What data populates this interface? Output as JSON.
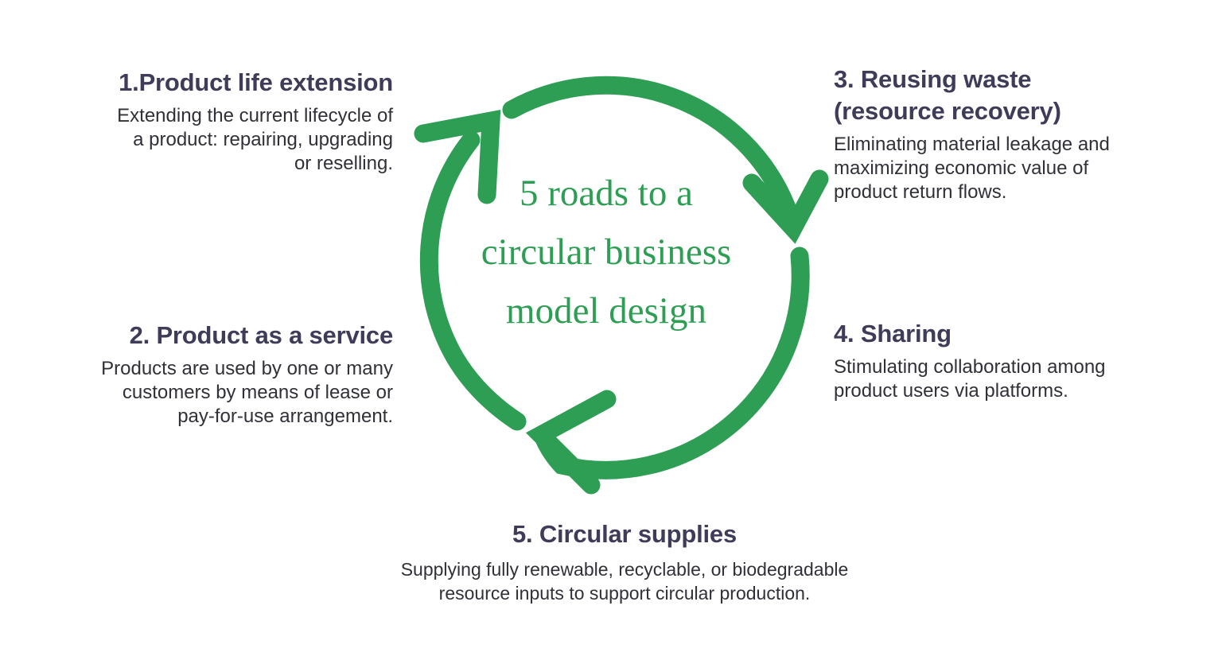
{
  "title": "5 roads to a circular business model design",
  "center": {
    "lines": [
      "5 roads to a",
      "circular business",
      "model design"
    ]
  },
  "items": [
    {
      "id": "1",
      "heading_lines": [
        "1.Product life extension"
      ],
      "desc_lines": [
        "Extending the current lifecycle of",
        "a product: repairing, upgrading",
        "or reselling."
      ],
      "align": "right"
    },
    {
      "id": "2",
      "heading_lines": [
        "2. Product as a service"
      ],
      "desc_lines": [
        "Products are used by one or many",
        "customers by means of lease or",
        "pay-for-use arrangement."
      ],
      "align": "right"
    },
    {
      "id": "3",
      "heading_lines": [
        "3. Reusing waste",
        "(resource recovery)"
      ],
      "desc_lines": [
        "Eliminating material leakage and",
        "maximizing economic value of",
        "product return flows."
      ],
      "align": "left"
    },
    {
      "id": "4",
      "heading_lines": [
        "4. Sharing"
      ],
      "desc_lines": [
        "Stimulating collaboration among",
        "product users via platforms."
      ],
      "align": "left"
    },
    {
      "id": "5",
      "heading_lines": [
        "5. Circular supplies"
      ],
      "desc_lines": [
        "Supplying fully renewable, recyclable, or biodegradable",
        "resource inputs to support circular production."
      ],
      "align": "center"
    }
  ],
  "icons": {
    "cycle_arrows": "circular-arrows-icon"
  },
  "colors": {
    "accent_green": "#2f9e55",
    "heading_navy": "#3e3c58",
    "body_text": "#303038",
    "background": "#ffffff"
  }
}
